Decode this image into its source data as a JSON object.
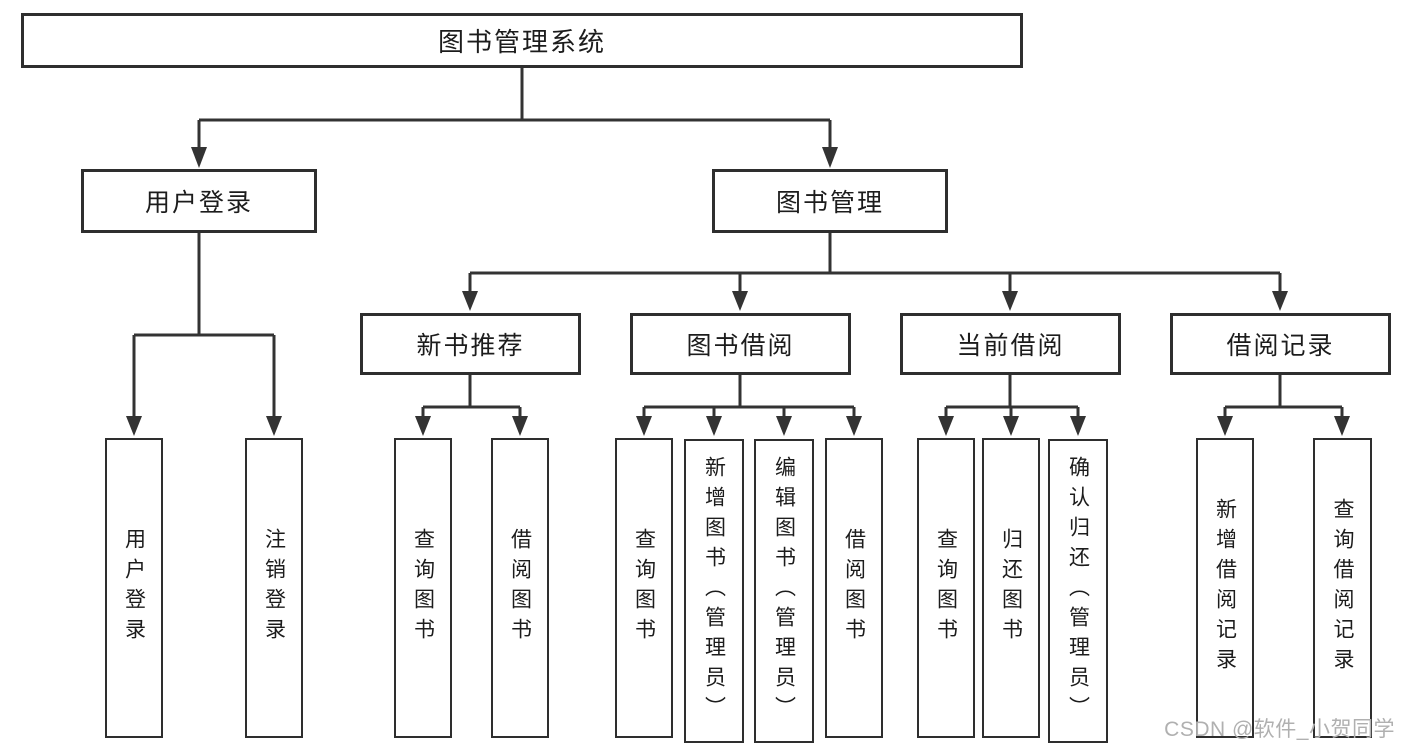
{
  "colors": {
    "background": "#ffffff",
    "line": "#333333",
    "border": "#2e2e2e",
    "text": "#1c1c1c",
    "watermark": "#b0b0b0"
  },
  "tree": {
    "root": {
      "label": "图书管理系统"
    },
    "branches": [
      {
        "label": "用户登录",
        "children": [
          {
            "label": "用户登录"
          },
          {
            "label": "注销登录"
          }
        ]
      },
      {
        "label": "图书管理",
        "children": [
          {
            "label": "新书推荐",
            "children": [
              {
                "label": "查询图书"
              },
              {
                "label": "借阅图书"
              }
            ]
          },
          {
            "label": "图书借阅",
            "children": [
              {
                "label": "查询图书"
              },
              {
                "label": "新增图书（管理员）"
              },
              {
                "label": "编辑图书（管理员）"
              },
              {
                "label": "借阅图书"
              }
            ]
          },
          {
            "label": "当前借阅",
            "children": [
              {
                "label": "查询图书"
              },
              {
                "label": "归还图书"
              },
              {
                "label": "确认归还（管理员）"
              }
            ]
          },
          {
            "label": "借阅记录",
            "children": [
              {
                "label": "新增借阅记录"
              },
              {
                "label": "查询借阅记录"
              }
            ]
          }
        ]
      }
    ]
  },
  "watermark": {
    "text": "CSDN @软件_小贺同学"
  }
}
